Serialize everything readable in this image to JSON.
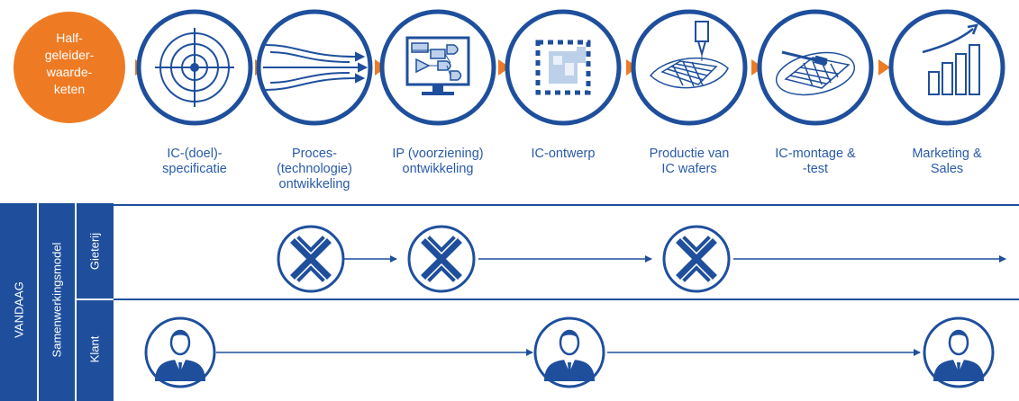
{
  "chain": {
    "lines": [
      "Half-",
      "geleider-",
      "waarde-",
      "keten"
    ],
    "color": "#ee7b23"
  },
  "stages": [
    {
      "icon": "target-icon",
      "lines": [
        "IC-(doel)-",
        "specificatie"
      ]
    },
    {
      "icon": "process-arrows-icon",
      "lines": [
        "Proces-",
        "(technologie)",
        "ontwikkeling"
      ]
    },
    {
      "icon": "logic-gates-monitor-icon",
      "lines": [
        "IP (voorziening)",
        "ontwikkeling"
      ]
    },
    {
      "icon": "ic-chip-icon",
      "lines": [
        "IC-ontwerp"
      ]
    },
    {
      "icon": "wafer-production-icon",
      "lines": [
        "Productie van",
        "IC wafers"
      ]
    },
    {
      "icon": "wafer-test-probe-icon",
      "lines": [
        "IC-montage &",
        "-test"
      ]
    },
    {
      "icon": "bar-chart-growth-icon",
      "lines": [
        "Marketing &",
        "Sales"
      ]
    }
  ],
  "side_labels": {
    "today": "VANDAAG",
    "model": "Samenwerkingsmodel",
    "rows": [
      "Gieterij",
      "Klant"
    ]
  },
  "colors": {
    "primary": "#1f4f9c",
    "accent": "#ee7b23",
    "light": "#bcd0ea"
  }
}
